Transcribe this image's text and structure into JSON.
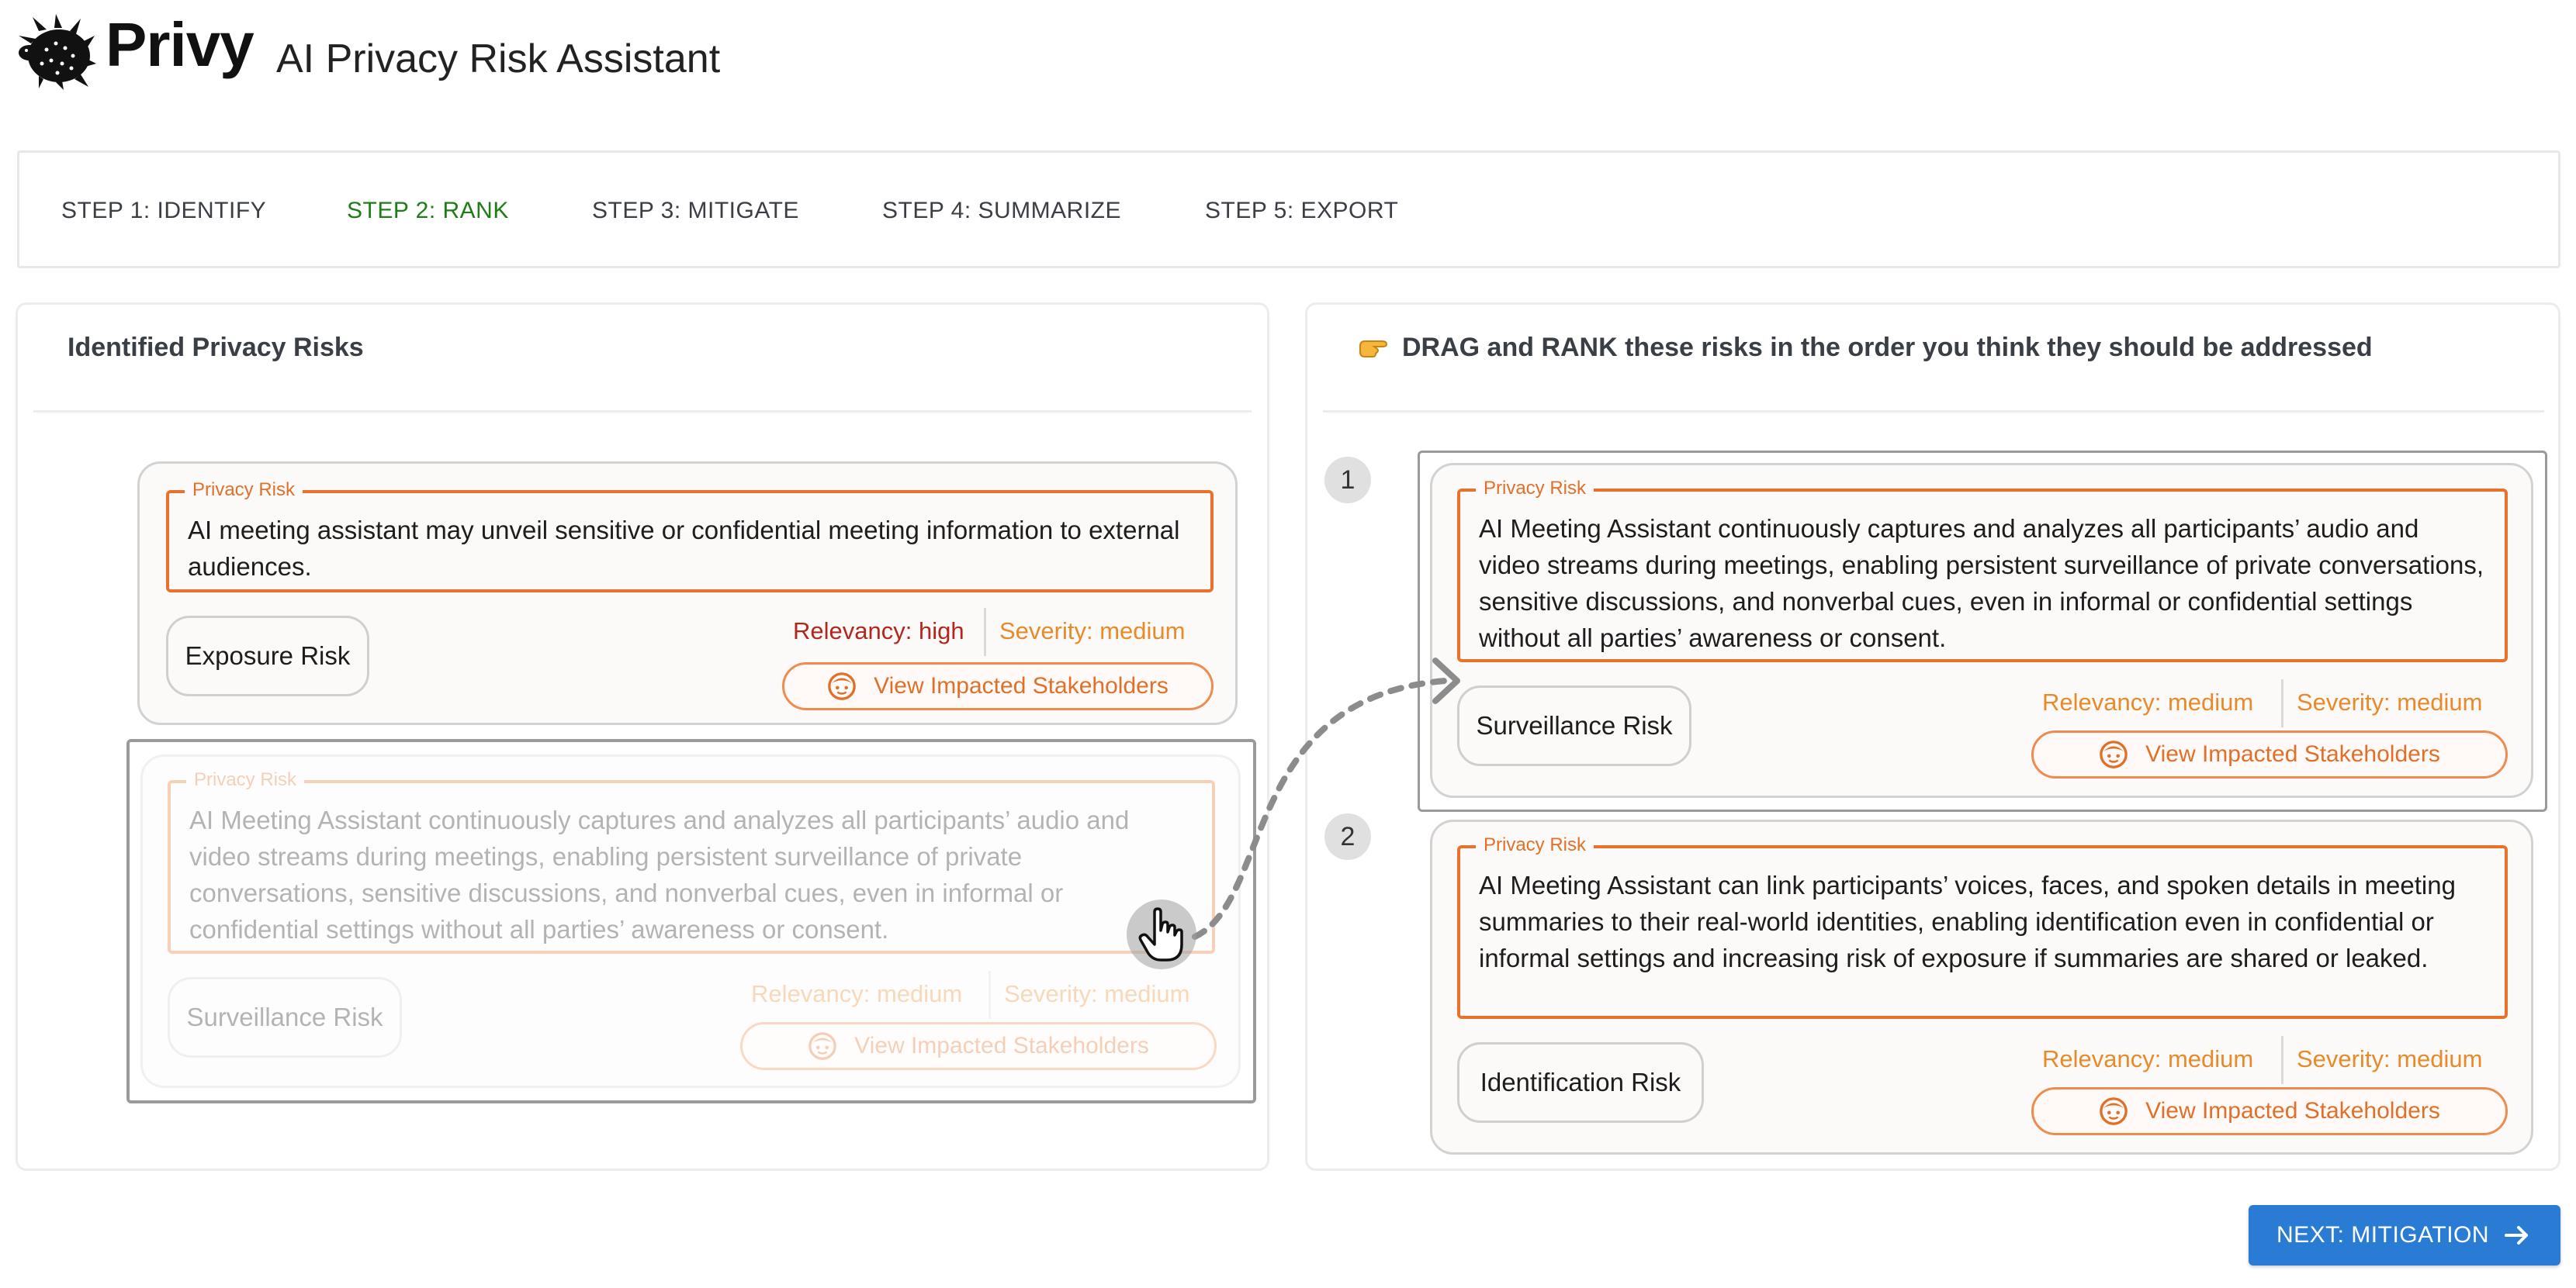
{
  "header": {
    "brand": "Privy",
    "subtitle": "AI Privacy Risk Assistant",
    "logo_icon": "hedgehog-logo-icon"
  },
  "steps": [
    {
      "label": "STEP 1: IDENTIFY",
      "active": false
    },
    {
      "label": "STEP 2: RANK",
      "active": true
    },
    {
      "label": "STEP 3: MITIGATE",
      "active": false
    },
    {
      "label": "STEP 4: SUMMARIZE",
      "active": false
    },
    {
      "label": "STEP 5: EXPORT",
      "active": false
    }
  ],
  "left_panel": {
    "title": "Identified Privacy Risks",
    "cards": [
      {
        "legend": "Privacy Risk",
        "text": "AI meeting assistant may unveil sensitive or confidential meeting information to external audiences.",
        "chip": "Exposure Risk",
        "relevancy": "Relevancy: high",
        "severity": "Severity: medium",
        "stakeholders_button": "View Impacted Stakeholders"
      },
      {
        "legend": "Privacy Risk",
        "text": "AI Meeting Assistant continuously captures and analyzes all participants’ audio and video streams during meetings, enabling persistent surveillance of private conversations, sensitive discussions, and nonverbal cues, even in informal or confidential settings without all parties’ awareness or consent.",
        "chip": "Surveillance Risk",
        "relevancy": "Relevancy: medium",
        "severity": "Severity: medium",
        "stakeholders_button": "View Impacted Stakeholders",
        "state": "being dragged"
      }
    ]
  },
  "right_panel": {
    "instruction_icon": "pointing-hand-emoji",
    "title": "DRAG and RANK these risks in the order you think they should be addressed",
    "ranked": [
      {
        "rank": "1",
        "legend": "Privacy Risk",
        "text": "AI Meeting Assistant continuously captures and analyzes all participants’ audio and video streams during meetings, enabling persistent surveillance of private conversations, sensitive discussions, and nonverbal cues, even in informal or confidential settings without all parties’ awareness or consent.",
        "chip": "Surveillance Risk",
        "relevancy": "Relevancy: medium",
        "severity": "Severity: medium",
        "stakeholders_button": "View Impacted Stakeholders"
      },
      {
        "rank": "2",
        "legend": "Privacy Risk",
        "text": "AI Meeting Assistant can link participants’ voices, faces, and spoken details in meeting summaries to their real-world identities, enabling identification even in confidential or informal settings and increasing risk of exposure if summaries are shared or leaked.",
        "chip": "Identification Risk",
        "relevancy": "Relevancy: medium",
        "severity": "Severity: medium",
        "stakeholders_button": "View Impacted Stakeholders"
      }
    ]
  },
  "footer": {
    "next_button": "NEXT: MITIGATION"
  },
  "colors": {
    "accent_orange": "#e8722c",
    "active_step_green": "#1e7d16",
    "relevancy_high_red": "#b3261e",
    "primary_blue": "#2a7bd3"
  }
}
